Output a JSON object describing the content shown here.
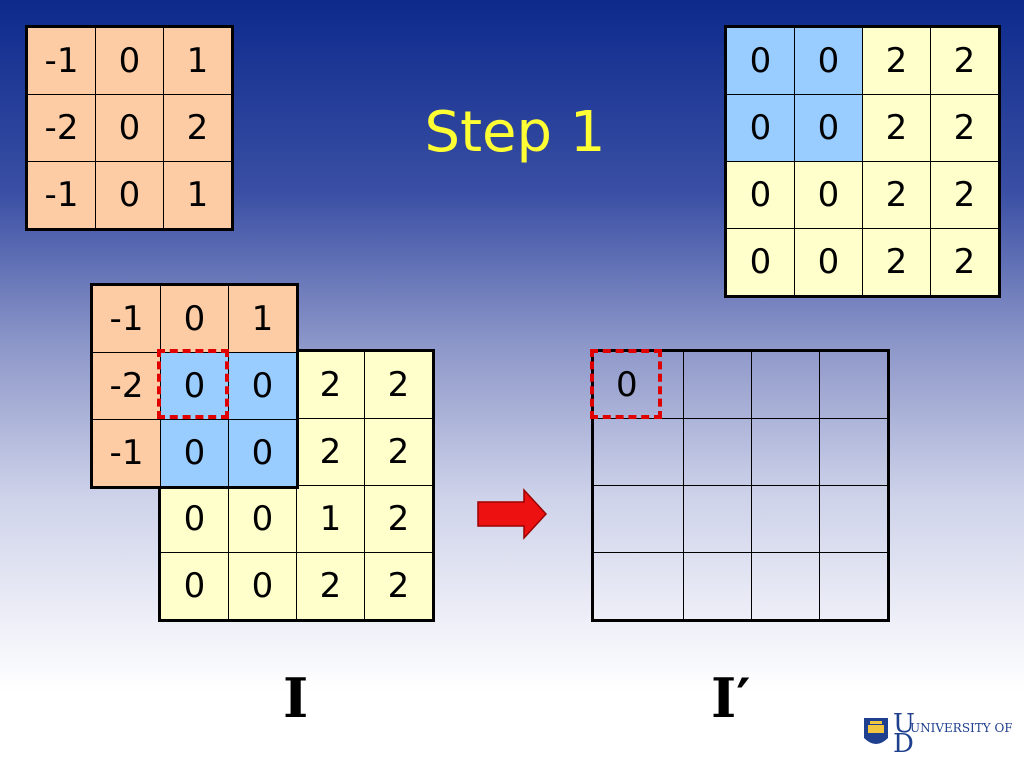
{
  "title": "Step 1",
  "kernel_top": [
    [
      "-1",
      "0",
      "1"
    ],
    [
      "-2",
      "0",
      "2"
    ],
    [
      "-1",
      "0",
      "1"
    ]
  ],
  "input_top": [
    [
      "0",
      "0",
      "2",
      "2"
    ],
    [
      "0",
      "0",
      "2",
      "2"
    ],
    [
      "0",
      "0",
      "2",
      "2"
    ],
    [
      "0",
      "0",
      "2",
      "2"
    ]
  ],
  "input_bottom": [
    [
      "0",
      "0",
      "2",
      "2"
    ],
    [
      "0",
      "0",
      "2",
      "2"
    ],
    [
      "0",
      "0",
      "1",
      "2"
    ],
    [
      "0",
      "0",
      "2",
      "2"
    ]
  ],
  "kernel_overlay": [
    [
      "-1",
      "0",
      "1"
    ],
    [
      "-2",
      "0",
      "0"
    ],
    [
      "-1",
      "0",
      "0"
    ]
  ],
  "output": [
    [
      "0",
      "",
      "",
      ""
    ],
    [
      "",
      "",
      "",
      ""
    ],
    [
      "",
      "",
      "",
      ""
    ],
    [
      "",
      "",
      "",
      ""
    ]
  ],
  "label_input": "I",
  "label_output": "I′",
  "logo_text": "UNIVERSITY OF DELAWARE",
  "colors": {
    "kernel": "#fdcca5",
    "cell": "#ffffcc",
    "overlap": "#99ccff",
    "highlight": "#e00000",
    "title": "#ffff33"
  }
}
